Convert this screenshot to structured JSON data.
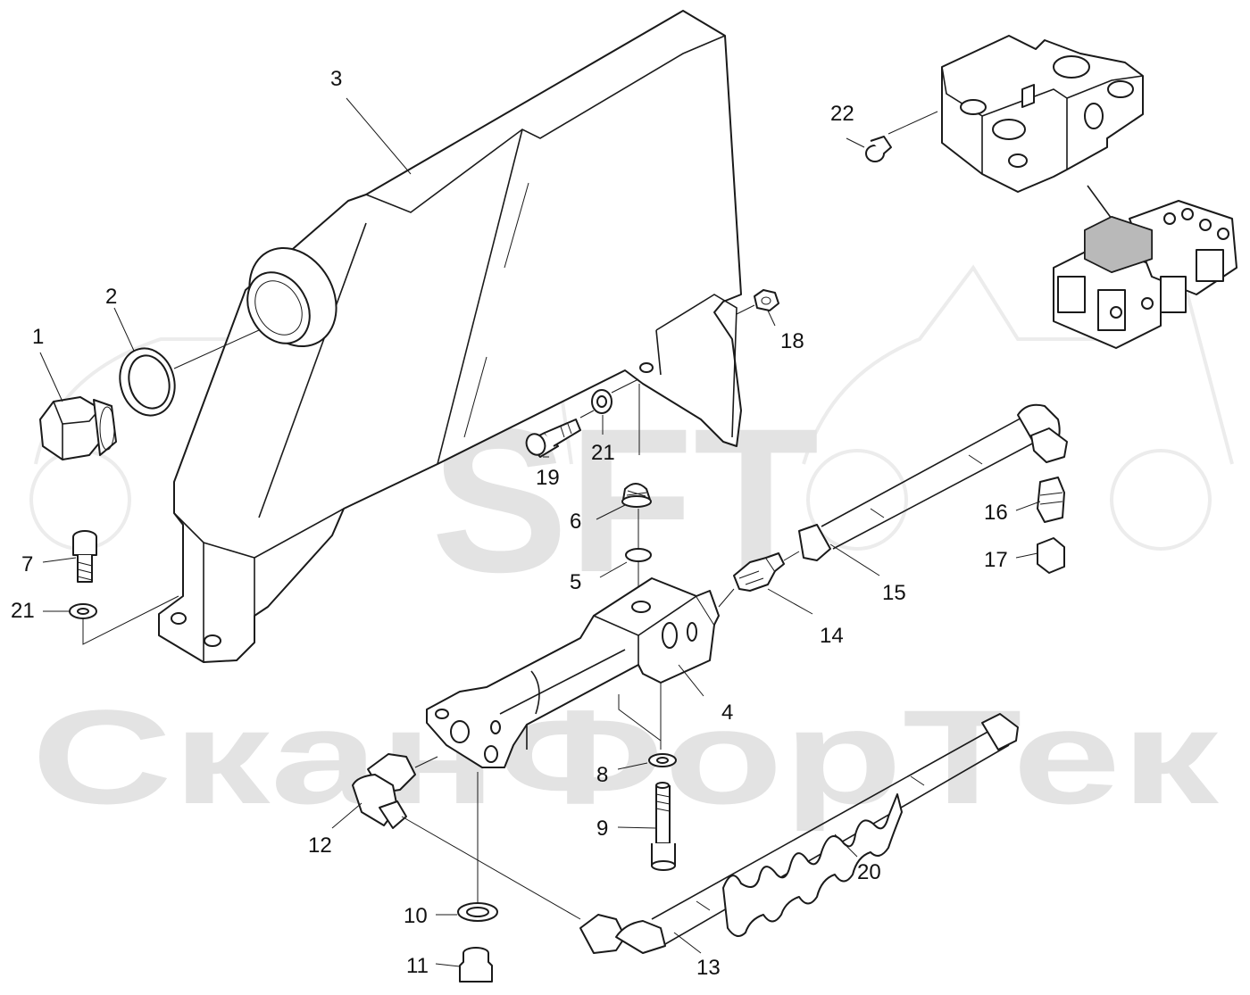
{
  "watermark": {
    "logo": "SFT",
    "name": "СканФорТек"
  },
  "callouts": [
    {
      "id": "c1",
      "label": "1"
    },
    {
      "id": "c2",
      "label": "2"
    },
    {
      "id": "c3",
      "label": "3"
    },
    {
      "id": "c4",
      "label": "4"
    },
    {
      "id": "c5",
      "label": "5"
    },
    {
      "id": "c6",
      "label": "6"
    },
    {
      "id": "c7",
      "label": "7"
    },
    {
      "id": "c8",
      "label": "8"
    },
    {
      "id": "c9",
      "label": "9"
    },
    {
      "id": "c10",
      "label": "10"
    },
    {
      "id": "c11",
      "label": "11"
    },
    {
      "id": "c12",
      "label": "12"
    },
    {
      "id": "c13",
      "label": "13"
    },
    {
      "id": "c14",
      "label": "14"
    },
    {
      "id": "c15",
      "label": "15"
    },
    {
      "id": "c16",
      "label": "16"
    },
    {
      "id": "c17",
      "label": "17"
    },
    {
      "id": "c18",
      "label": "18"
    },
    {
      "id": "c19",
      "label": "19"
    },
    {
      "id": "c20",
      "label": "20"
    },
    {
      "id": "c21a",
      "label": "21"
    },
    {
      "id": "c21b",
      "label": "21"
    },
    {
      "id": "c22",
      "label": "22"
    }
  ]
}
